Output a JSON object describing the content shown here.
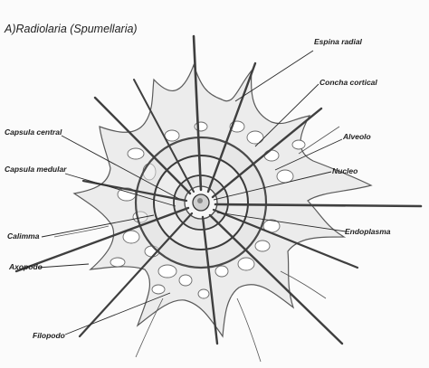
{
  "title": "A)Radiolaria (Spumellaria)",
  "labels": {
    "espina_radial": "Espina radial",
    "concha_cortical": "Concha cortical",
    "alveolo": "Alveolo",
    "nucleo": "Nucleo",
    "endoplasma": "Endoplasma",
    "capsula_central": "Capsula central",
    "capsula_medular": "Capsula medular",
    "calimma": "Calimma",
    "axopodo": "Axopodo",
    "filopodo": "Filopodo"
  },
  "colors": {
    "pencil": "#3a3a3a",
    "shade": "#b9b9b9",
    "light_shade": "#d8d8d8"
  }
}
